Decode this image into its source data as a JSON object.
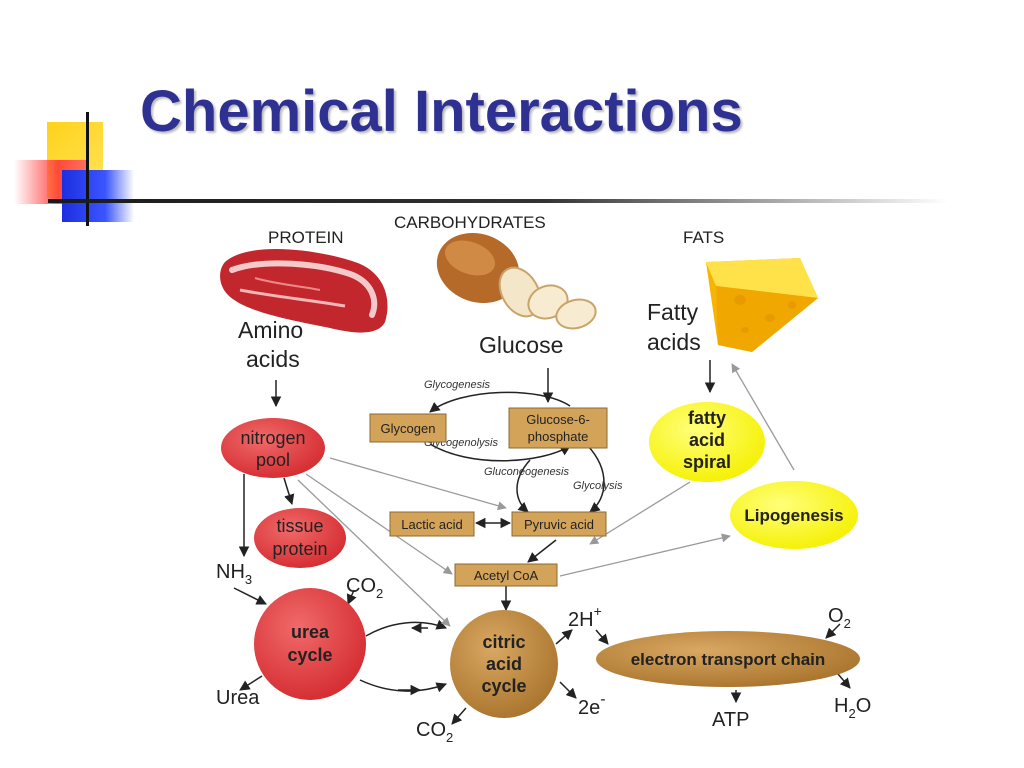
{
  "slide": {
    "title": "Chemical Interactions"
  },
  "diagram": {
    "headings": {
      "protein": "PROTEIN",
      "carbohydrates": "CARBOHYDRATES",
      "fats": "FATS"
    },
    "amino": [
      "Amino",
      "acids"
    ],
    "glucose": "Glucose",
    "fatty_acids": [
      "Fatty",
      "acids"
    ],
    "glycogenesis": "Glycogenesis",
    "glycogenolysis": "Glycogenolysis",
    "gluconeogenesis": "Gluconeogenesis",
    "glycolysis": "Glycolysis",
    "glycogen": "Glycogen",
    "g6p": [
      "Glucose-6-",
      "phosphate"
    ],
    "nitrogen_pool": [
      "nitrogen",
      "pool"
    ],
    "tissue_protein": [
      "tissue",
      "protein"
    ],
    "fatty_acid_spiral": [
      "fatty",
      "acid",
      "spiral"
    ],
    "lipogenesis": "Lipogenesis",
    "lactic_acid": "Lactic acid",
    "pyruvic_acid": "Pyruvic acid",
    "acetyl_coa": "Acetyl CoA",
    "nh3": {
      "base": "NH",
      "sub": "3"
    },
    "co2_top": {
      "base": "CO",
      "sub": "2"
    },
    "co2_bottom": {
      "base": "CO",
      "sub": "2"
    },
    "urea_cycle": [
      "urea",
      "cycle"
    ],
    "urea": "Urea",
    "citric_acid_cycle": [
      "citric",
      "acid",
      "cycle"
    ],
    "h_plus": {
      "base": "2H",
      "sup": "+"
    },
    "e_minus": {
      "base": "2e",
      "sup": "-"
    },
    "etc": "electron transport chain",
    "o2": {
      "base": "O",
      "sub": "2"
    },
    "atp": "ATP",
    "h2o": {
      "pre": "H",
      "sub": "2",
      "post": "O"
    }
  },
  "colors": {
    "title": "#2e3192",
    "red_node": "#e0393e",
    "yellow_node": "#ffff00",
    "tan_box": "#d4a35a",
    "brown_node": "#c08a3e"
  },
  "icons": {
    "protein": "steak-icon",
    "carbohydrates": "bread-icon",
    "fats": "cheese-icon"
  }
}
